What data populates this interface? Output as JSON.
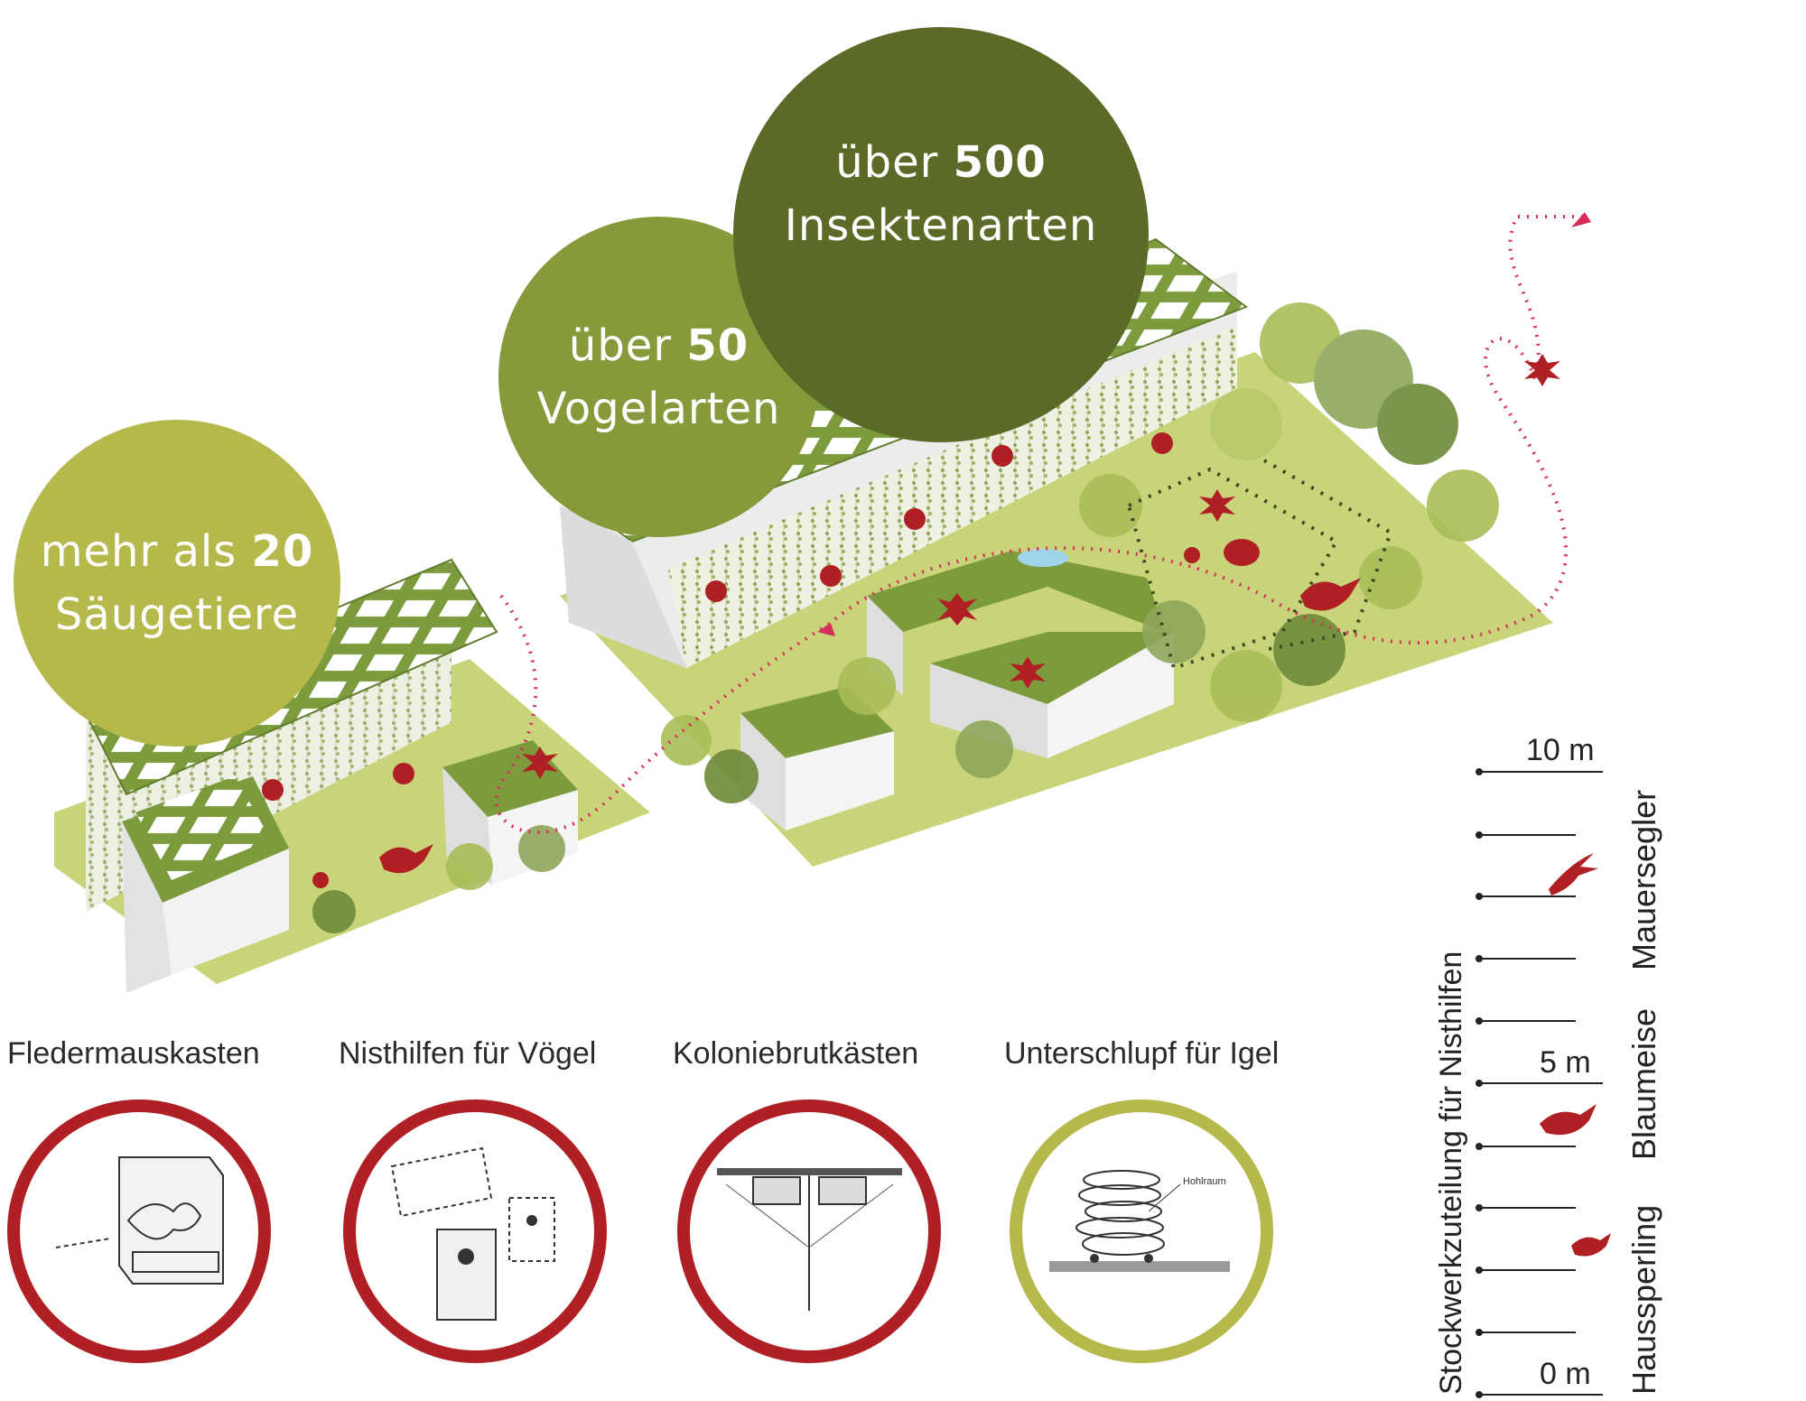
{
  "stats": {
    "mammals": {
      "prefix": "mehr als",
      "number": "20",
      "line2": "Säugetiere",
      "color": "#b5b84a"
    },
    "birds": {
      "prefix": "über",
      "number": "50",
      "line2": "Vogelarten",
      "color": "#869a3b"
    },
    "insects": {
      "prefix": "über",
      "number": "500",
      "line2": "Insektenarten",
      "color": "#5b6a26"
    }
  },
  "nest_aids": [
    {
      "label": "Fledermauskasten",
      "ring_color": "#b01f24",
      "icon": "bat-box-icon"
    },
    {
      "label": "Nisthilfen für Vögel",
      "ring_color": "#b01f24",
      "icon": "bird-nest-box-icon"
    },
    {
      "label": "Koloniebrutkästen",
      "ring_color": "#b01f24",
      "icon": "colony-nest-box-icon"
    },
    {
      "label": "Unterschlupf für Igel",
      "ring_color": "#b5b84a",
      "icon": "hedgehog-shelter-icon",
      "inner_label": "Hohlraum"
    }
  ],
  "scale": {
    "title": "Stockwerkzuteilung für Nisthilfen",
    "ticks": {
      "top": "10 m",
      "mid": "5 m",
      "bottom": "0 m"
    },
    "birds": [
      "Haussperling",
      "Blaumeise",
      "Mauersegler"
    ]
  },
  "colors": {
    "accent_red": "#b01f24",
    "path_pink": "#d62d5b",
    "ground": "#c9d47a",
    "roof": "#7c9b3d"
  }
}
